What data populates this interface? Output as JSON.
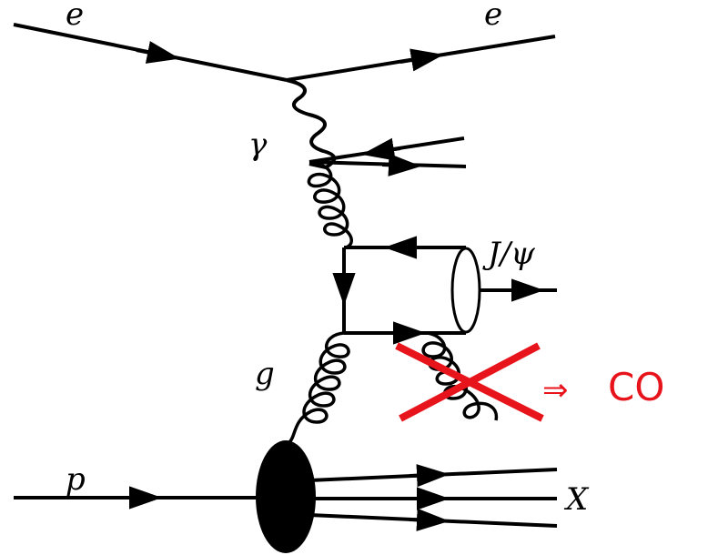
{
  "labels": {
    "electron_in": "e",
    "electron_out": "e",
    "photon": "γ",
    "gluon": "g",
    "proton": "p",
    "jpsi": "J/ψ",
    "remnant": "X",
    "arrow": "⇒",
    "color_octet": "CO"
  },
  "colors": {
    "line": "#000000",
    "cross": "#e8141c",
    "blob": "#000000"
  }
}
